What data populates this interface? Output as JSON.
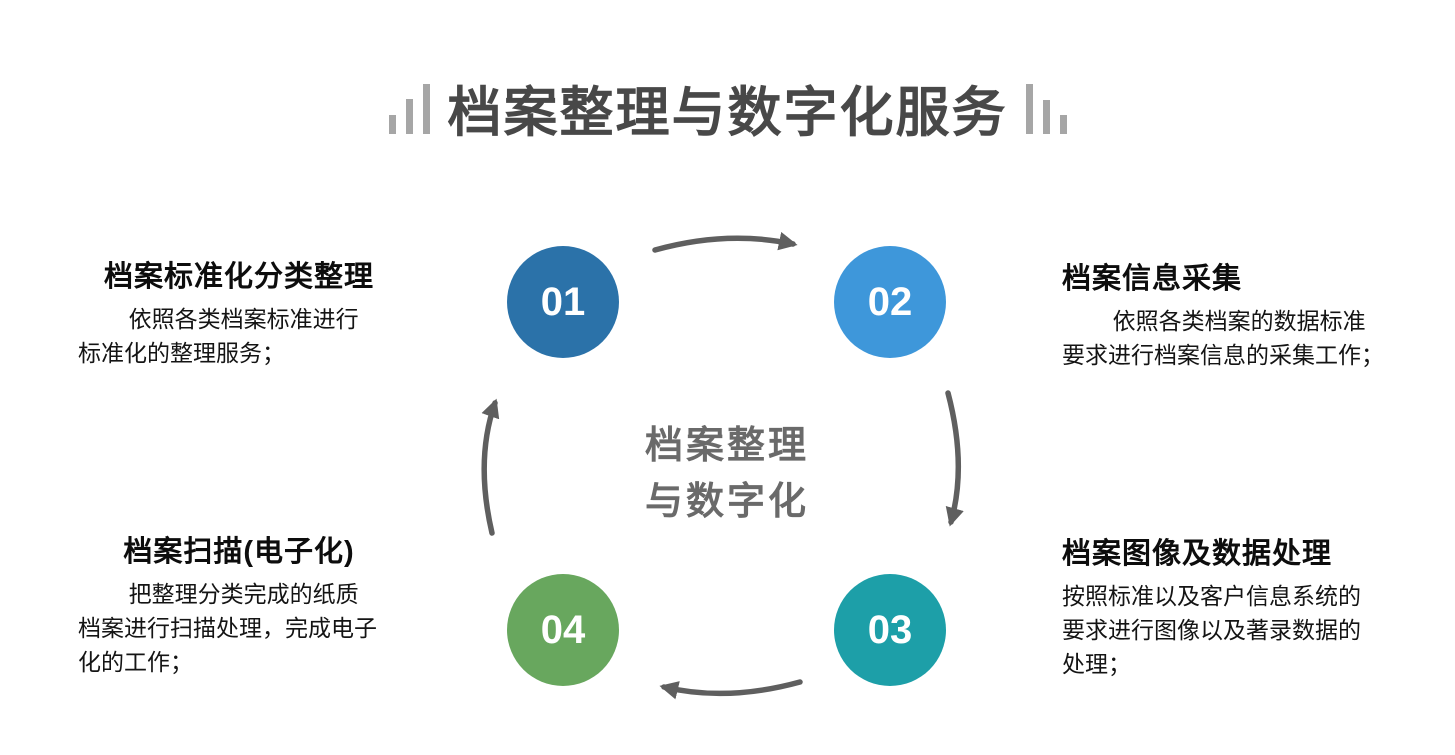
{
  "title": {
    "text": "档案整理与数字化服务"
  },
  "center_label": {
    "line1": "档案整理",
    "line2": "与数字化"
  },
  "steps": [
    {
      "number": "01",
      "circle_color": "#2b72a9",
      "title": "档案标准化分类整理",
      "body_lines": [
        "依照各类档案标准进行",
        "标准化的整理服务；"
      ]
    },
    {
      "number": "02",
      "circle_color": "#3e97da",
      "title": "档案信息采集",
      "body_lines": [
        "依照各类档案的数据标准",
        "要求进行档案信息的采集工作；"
      ]
    },
    {
      "number": "03",
      "circle_color": "#1d9fa8",
      "title": "档案图像及数据处理",
      "body_lines": [
        "按照标准以及客户信息系统的",
        "要求进行图像以及著录数据的",
        "处理；"
      ]
    },
    {
      "number": "04",
      "circle_color": "#68a75e",
      "title": "档案扫描(电子化)",
      "body_lines": [
        "把整理分类完成的纸质",
        "档案进行扫描处理，完成电子",
        "化的工作；"
      ]
    }
  ],
  "colors": {
    "title_text": "#484848",
    "decor_bars": "#a6a6a6",
    "arrow": "#5f5f5f",
    "center_text": "#6a6a6a",
    "body_text": "#141414"
  }
}
